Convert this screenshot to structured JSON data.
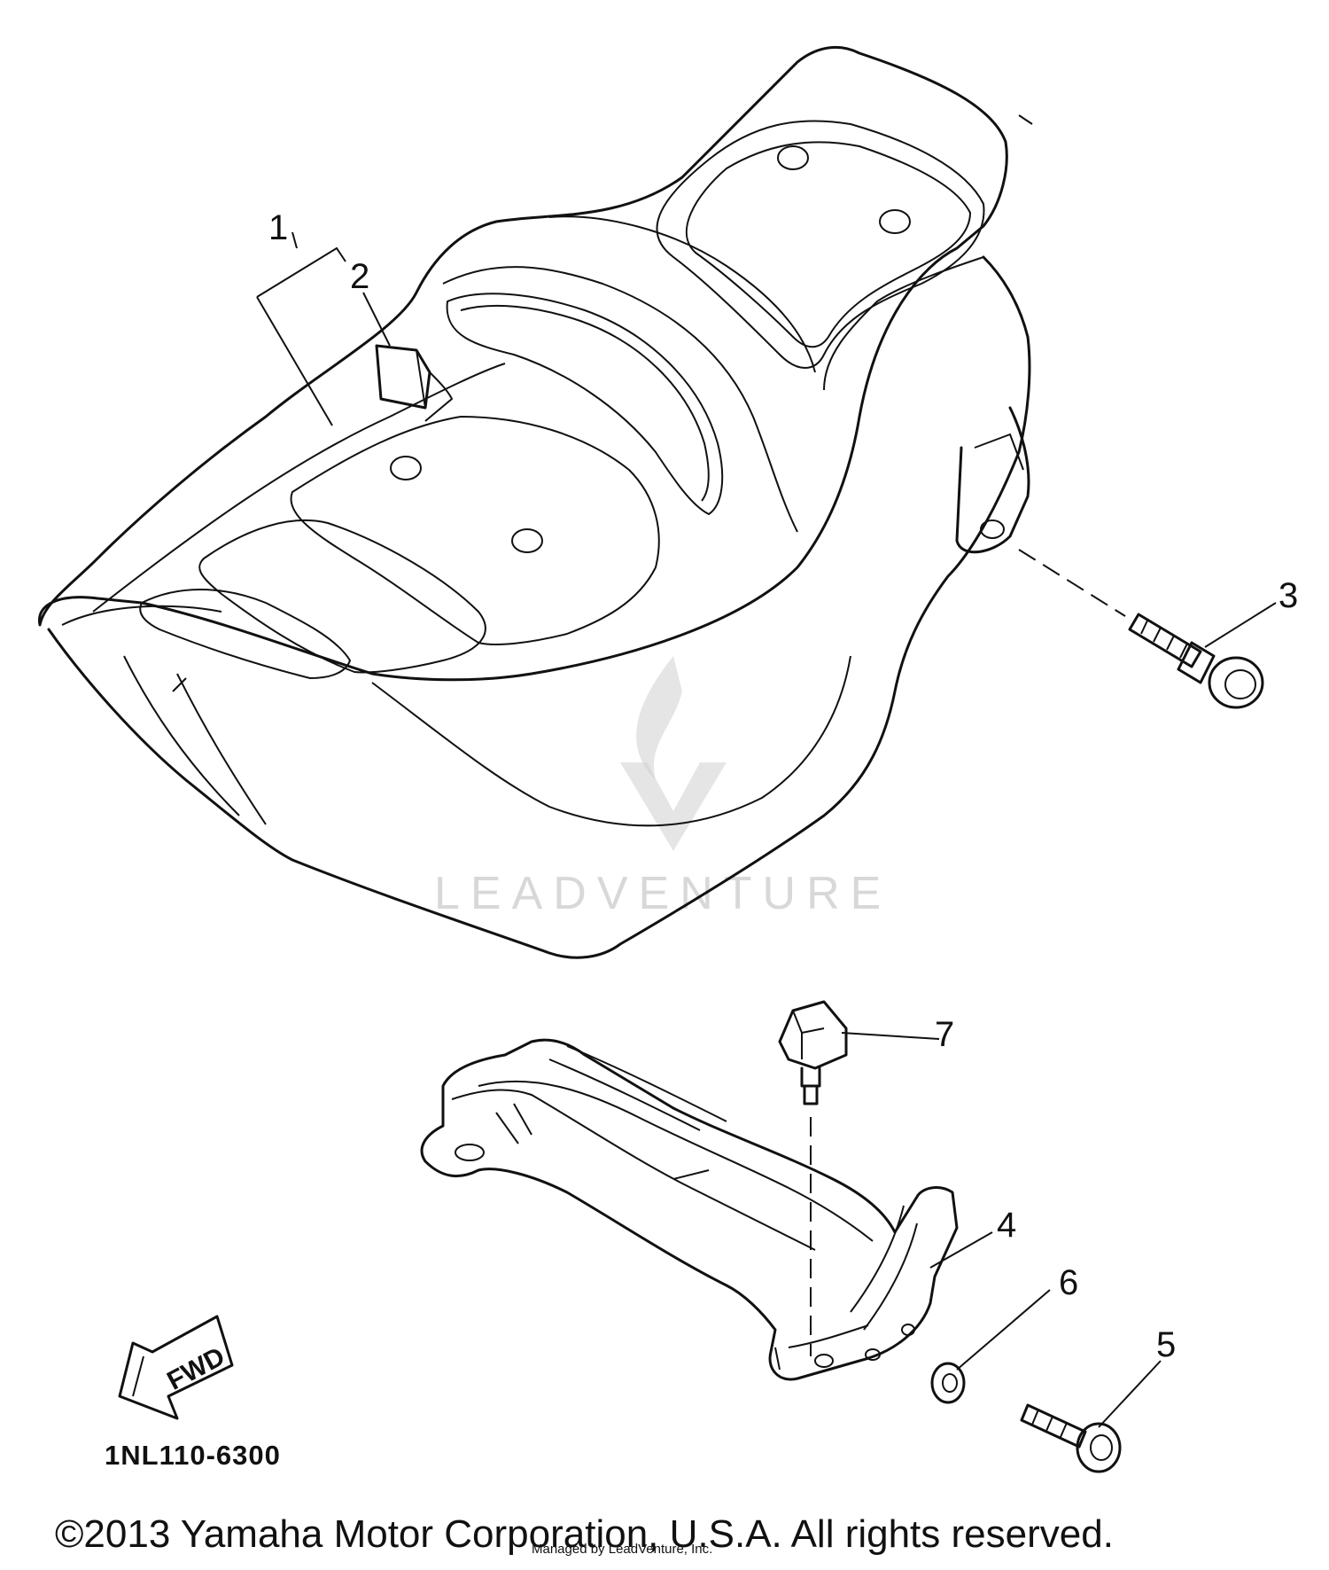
{
  "callouts": [
    {
      "id": "1",
      "label": "1"
    },
    {
      "id": "2",
      "label": "2"
    },
    {
      "id": "3",
      "label": "3"
    },
    {
      "id": "4",
      "label": "4"
    },
    {
      "id": "5",
      "label": "5"
    },
    {
      "id": "6",
      "label": "6"
    },
    {
      "id": "7",
      "label": "7"
    }
  ],
  "direction_marker": {
    "label": "FWD"
  },
  "diagram_code": "1NL110-6300",
  "watermark": {
    "brand": "LEADVENTURE"
  },
  "copyright": "©2013 Yamaha Motor Corporation, U.S.A. All rights reserved.",
  "fine_print": "Managed by LeadVenture, Inc."
}
